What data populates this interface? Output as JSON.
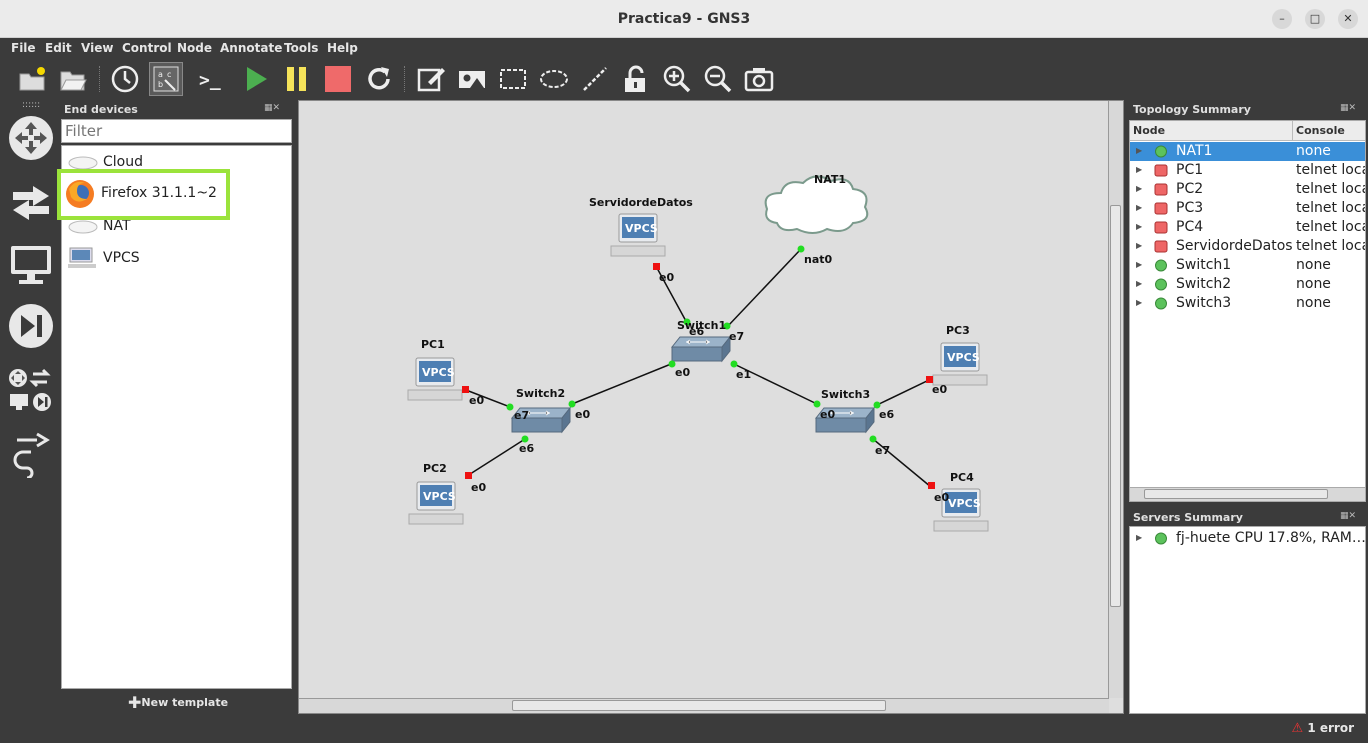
{
  "window": {
    "title": "Practica9 - GNS3"
  },
  "menu": [
    "File",
    "Edit",
    "View",
    "Control",
    "Node",
    "Annotate",
    "Tools",
    "Help"
  ],
  "toolbar": {
    "items": [
      "new-project-icon",
      "open-project-icon",
      "snapshot-icon",
      "show-interface-labels-icon",
      "console-all-icon",
      "start-all-icon",
      "suspend-all-icon",
      "stop-all-icon",
      "reload-all-icon",
      "add-note-icon",
      "insert-picture-icon",
      "draw-rectangle-icon",
      "draw-ellipse-icon",
      "draw-line-icon",
      "lock-icon",
      "zoom-in-icon",
      "zoom-out-icon",
      "screenshot-icon"
    ],
    "console_glyph": ">_"
  },
  "devices": {
    "header": "End devices",
    "filter_placeholder": "Filter",
    "items": [
      "Cloud",
      "Firefox 31.1.1~2",
      "NAT",
      "VPCS"
    ],
    "new_template": "New template"
  },
  "canvas": {
    "nodes": {
      "servidor": "ServidordeDatos",
      "nat1": "NAT1",
      "switch1": "Switch1",
      "switch2": "Switch2",
      "switch3": "Switch3",
      "pc1": "PC1",
      "pc2": "PC2",
      "pc3": "PC3",
      "pc4": "PC4"
    },
    "vpcs_text": "VPCS",
    "ports": {
      "servidor_e0": "e0",
      "nat_nat0": "nat0",
      "sw1_e6": "e6",
      "sw1_e7": "e7",
      "sw1_e0": "e0",
      "sw1_e1": "e1",
      "pc1_e0": "e0",
      "sw2_e7": "e7",
      "sw2_e0": "e0",
      "sw2_e6": "e6",
      "pc2_e0": "e0",
      "sw3_e0": "e0",
      "sw3_e6": "e6",
      "sw3_e7": "e7",
      "pc3_e0": "e0",
      "pc4_e0": "e0"
    }
  },
  "topology": {
    "header": "Topology Summary",
    "col_node": "Node",
    "col_console": "Console",
    "rows": [
      {
        "name": "NAT1",
        "console": "none",
        "status": "green"
      },
      {
        "name": "PC1",
        "console": "telnet loca",
        "status": "red"
      },
      {
        "name": "PC2",
        "console": "telnet loca",
        "status": "red"
      },
      {
        "name": "PC3",
        "console": "telnet loca",
        "status": "red"
      },
      {
        "name": "PC4",
        "console": "telnet loca",
        "status": "red"
      },
      {
        "name": "ServidordeDatos",
        "console": "telnet loca",
        "status": "red"
      },
      {
        "name": "Switch1",
        "console": "none",
        "status": "green"
      },
      {
        "name": "Switch2",
        "console": "none",
        "status": "green"
      },
      {
        "name": "Switch3",
        "console": "none",
        "status": "green"
      }
    ]
  },
  "servers": {
    "header": "Servers Summary",
    "item": "fj-huete CPU 17.8%, RAM…"
  },
  "status": {
    "errors": "1 error"
  },
  "colors": {
    "highlight": "#9be33b",
    "selection": "#3a8fd8",
    "link_up": "#22dd22",
    "link_down": "#ee1111"
  }
}
